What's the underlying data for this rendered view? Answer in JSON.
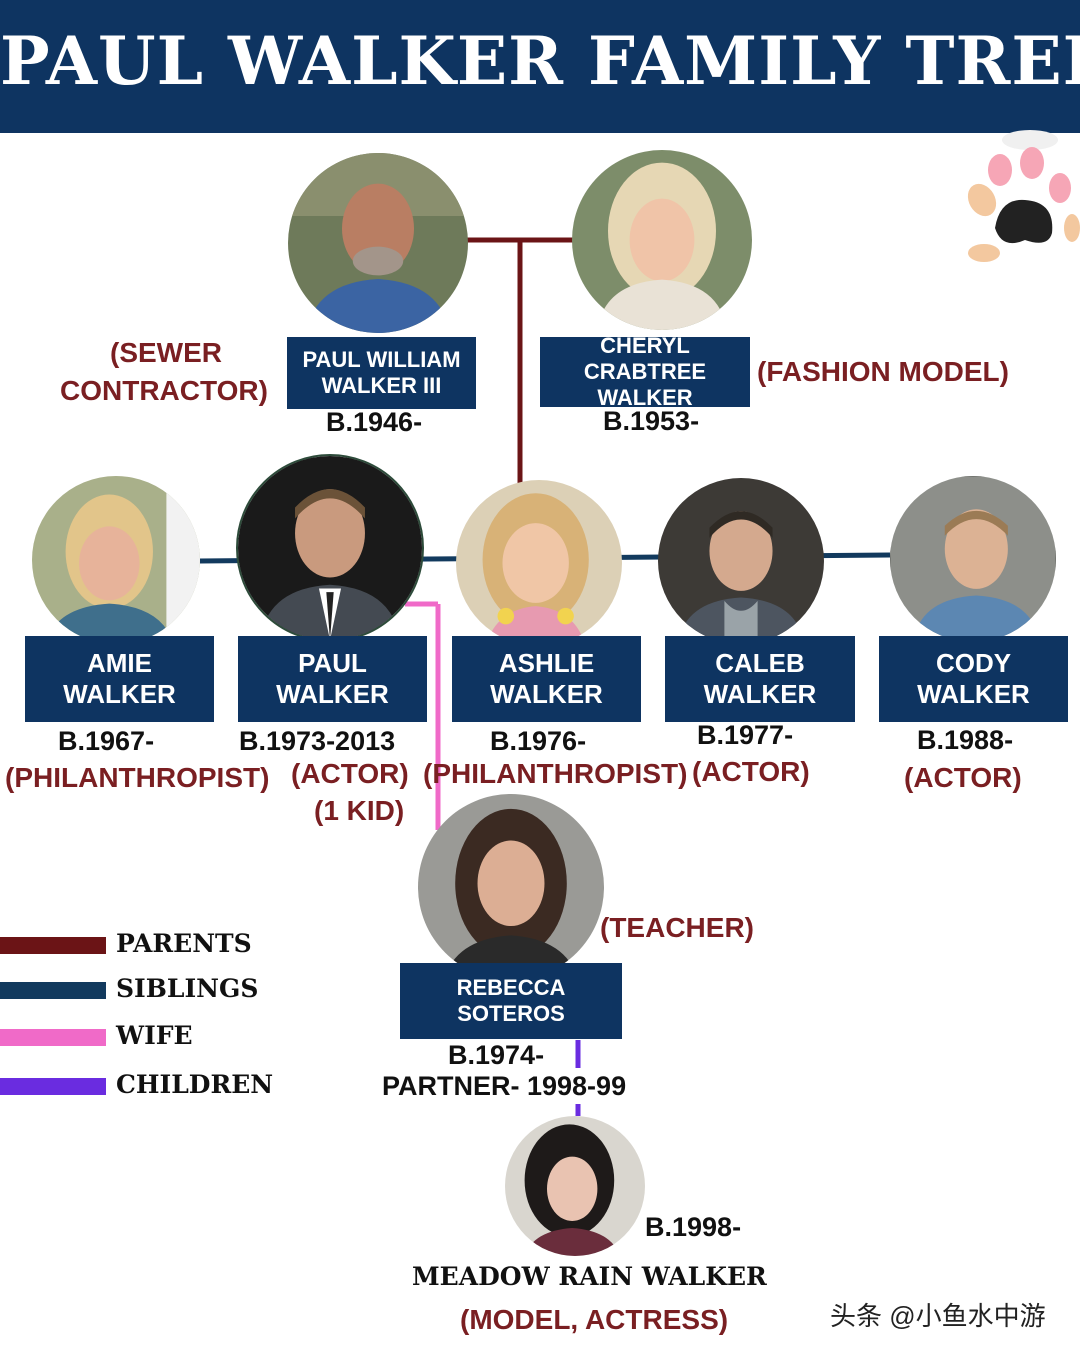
{
  "title": "PAUL WALKER FAMILY TREE",
  "colors": {
    "header": "#0e3461",
    "parents_line": "#6b1416",
    "siblings_line": "#123a5e",
    "wife_line": "#f06ac8",
    "children_line": "#6a2ce0",
    "role_text": "#7a1f22"
  },
  "parents": {
    "father": {
      "name_line1": "PAUL WILLIAM",
      "name_line2": "WALKER III",
      "birth": "B.1946-",
      "role_line1": "(SEWER",
      "role_line2": "CONTRACTOR)"
    },
    "mother": {
      "name_line1": "CHERYL CRABTREE",
      "name_line2": "WALKER",
      "birth": "B.1953-",
      "role": "(FASHION MODEL)"
    }
  },
  "siblings": [
    {
      "name_line1": "AMIE",
      "name_line2": "WALKER",
      "birth": "B.1967-",
      "role": "(PHILANTHROPIST)"
    },
    {
      "name_line1": "PAUL",
      "name_line2": "WALKER",
      "birth": "B.1973-2013",
      "role": "(ACTOR)",
      "note": "(1 KID)"
    },
    {
      "name_line1": "ASHLIE",
      "name_line2": "WALKER",
      "birth": "B.1976-",
      "role": "(PHILANTHROPIST)"
    },
    {
      "name_line1": "CALEB",
      "name_line2": "WALKER",
      "birth": "B.1977-",
      "role": "(ACTOR)"
    },
    {
      "name_line1": "CODY",
      "name_line2": "WALKER",
      "birth": "B.1988-",
      "role": "(ACTOR)"
    }
  ],
  "partner": {
    "name_line1": "REBECCA",
    "name_line2": "SOTEROS",
    "birth": "B.1974-",
    "relation": "PARTNER- 1998-99",
    "role": "(TEACHER)"
  },
  "child": {
    "name": "MEADOW RAIN WALKER",
    "birth": "B.1998-",
    "role": "(MODEL, ACTRESS)"
  },
  "legend": [
    {
      "label": "PARENTS",
      "color": "#6b1416"
    },
    {
      "label": "SIBLINGS",
      "color": "#123a5e"
    },
    {
      "label": "WIFE",
      "color": "#f06ac8"
    },
    {
      "label": "CHILDREN",
      "color": "#6a2ce0"
    }
  ],
  "watermark": "头条 @小鱼水中游",
  "icons": [
    "paw-print-icon"
  ]
}
